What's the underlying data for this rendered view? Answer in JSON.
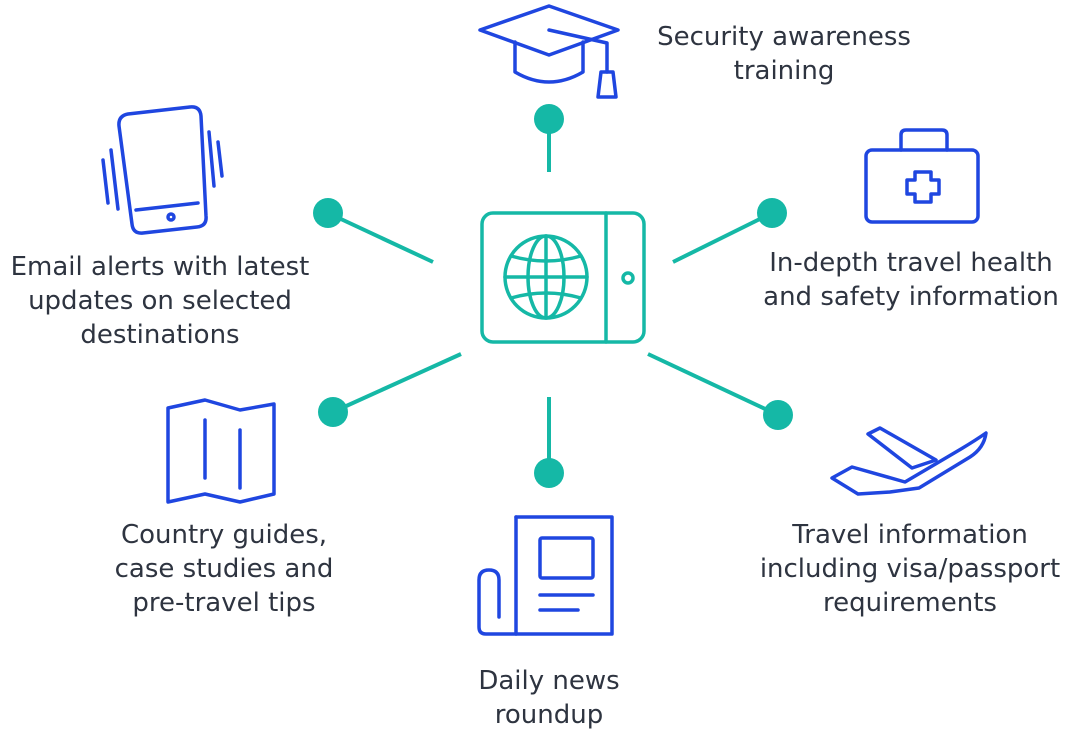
{
  "colors": {
    "accent": "#15b8a6",
    "icon": "#1f46e0",
    "text": "#2e3440",
    "background": "#ffffff"
  },
  "center_icon": "passport-globe-icon",
  "nodes": [
    {
      "id": "training",
      "icon": "graduation-cap-icon",
      "lines": [
        "Security awareness",
        "training"
      ]
    },
    {
      "id": "health",
      "icon": "medical-kit-icon",
      "lines": [
        "In-depth travel health",
        "and safety information"
      ]
    },
    {
      "id": "travel",
      "icon": "airplane-icon",
      "lines": [
        "Travel information",
        "including visa/passport",
        "requirements"
      ]
    },
    {
      "id": "news",
      "icon": "newspaper-icon",
      "lines": [
        "Daily news",
        "roundup"
      ]
    },
    {
      "id": "guides",
      "icon": "folded-map-icon",
      "lines": [
        "Country guides,",
        "case studies and",
        "pre-travel tips"
      ]
    },
    {
      "id": "alerts",
      "icon": "vibrating-phone-icon",
      "lines": [
        "Email alerts with latest",
        "updates on selected",
        "destinations"
      ]
    }
  ]
}
